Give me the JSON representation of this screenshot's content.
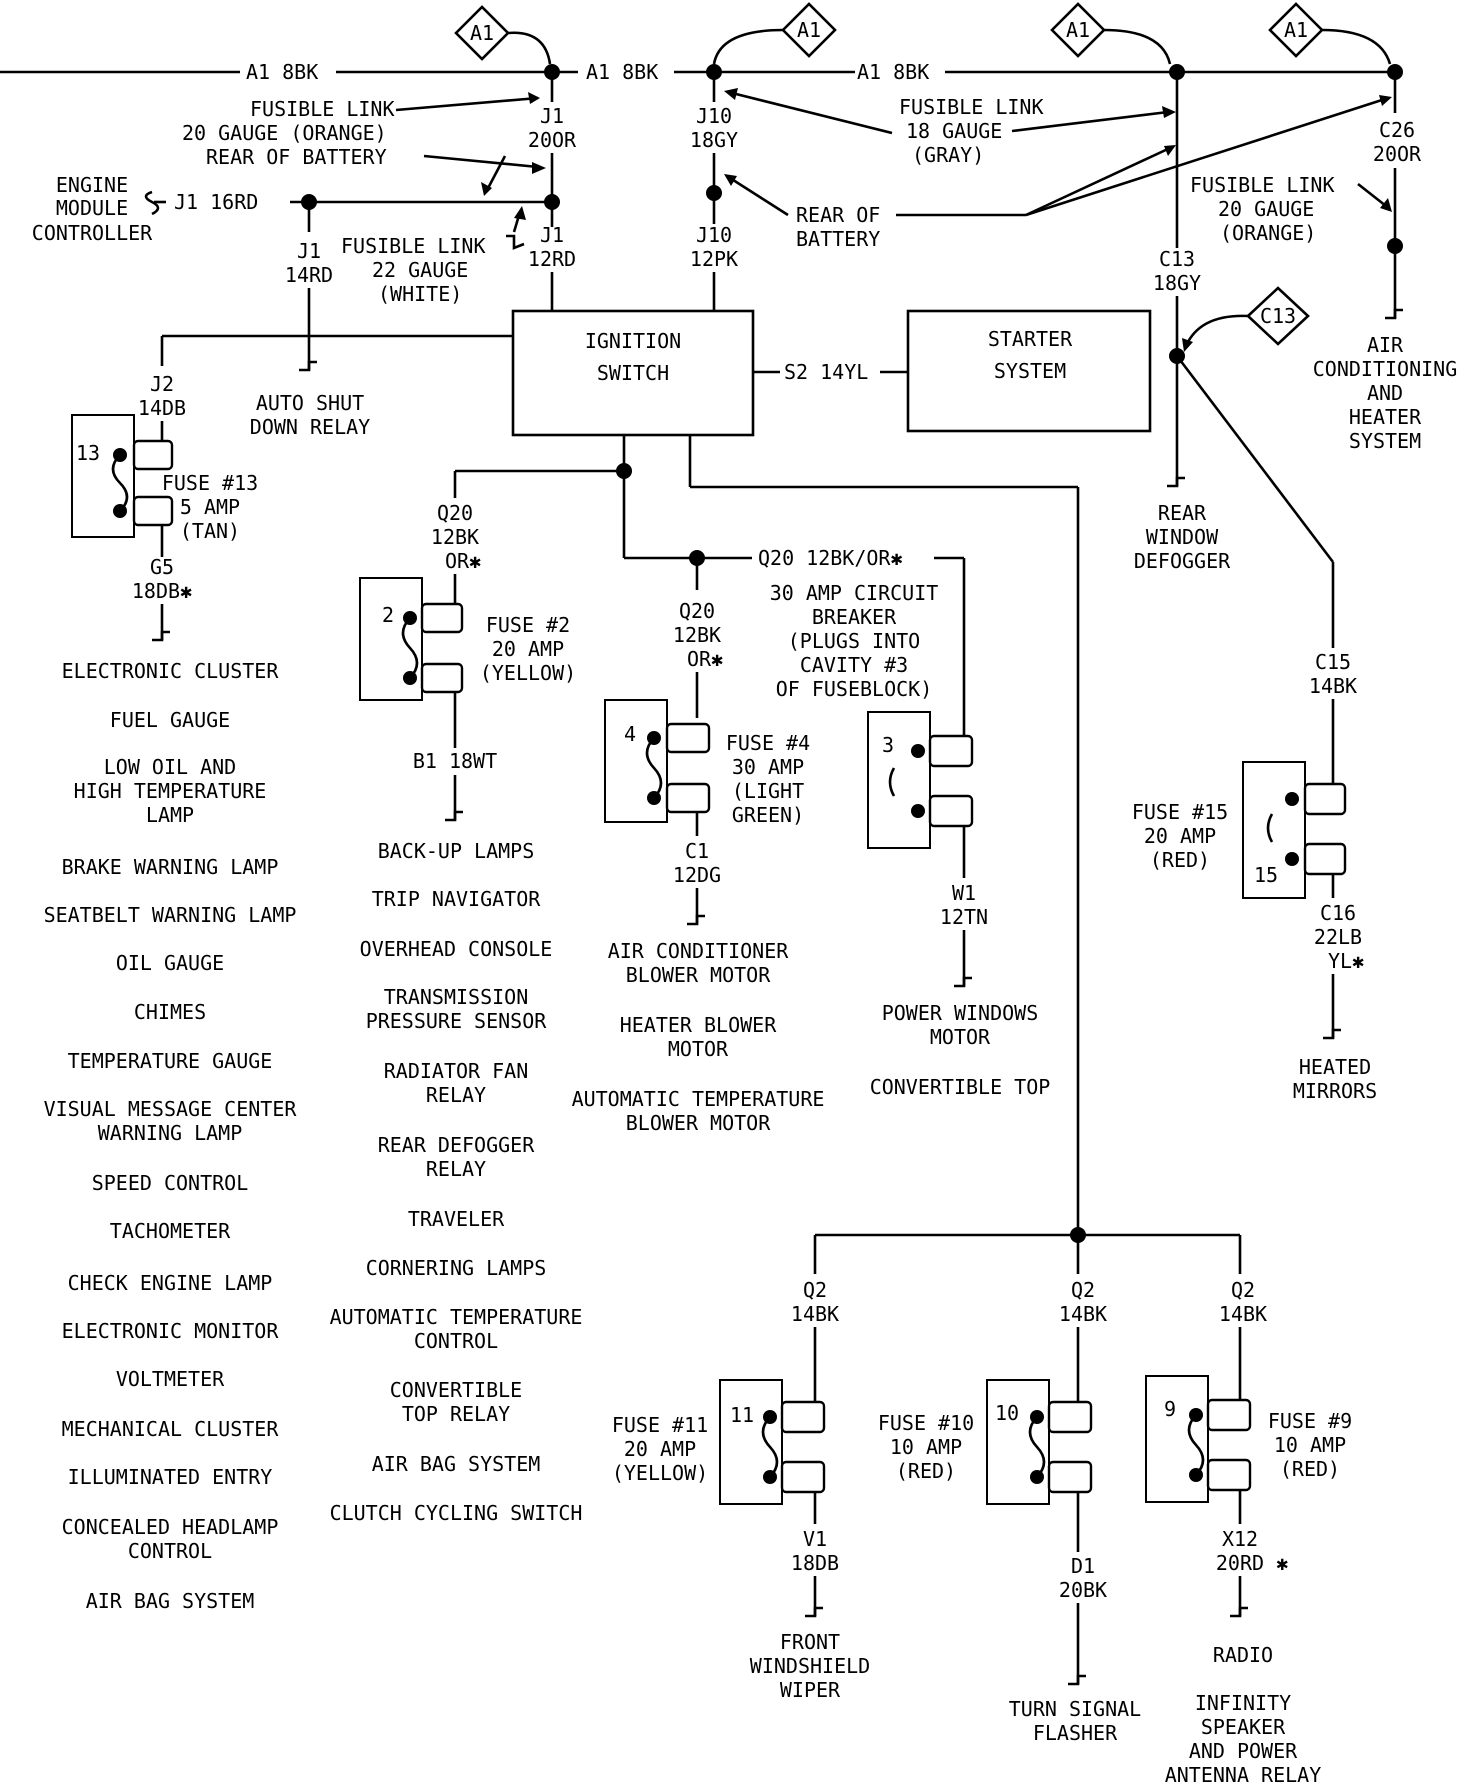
{
  "splices": {
    "a1": "A1",
    "c13": "C13"
  },
  "wires": {
    "a1_8bk": "A1 8BK",
    "j1": "J1",
    "j1_20or": "20OR",
    "j1_12rd": "12RD",
    "j1_16rd": "J1 16RD",
    "j1_14rd": "14RD",
    "j10": "J10",
    "j10_18gy": "18GY",
    "j10_12pk": "12PK",
    "c26": "C26",
    "c26_20or": "20OR",
    "c13": "C13",
    "c13_18gy": "18GY",
    "j2": "J2",
    "j2_14db": "14DB",
    "g5": "G5",
    "g5_18db": "18DB✱",
    "q20": "Q20",
    "q20_12bk": "12BK",
    "q20_or": "OR✱",
    "q20_long": "Q20 12BK/OR✱",
    "b1": "B1 18WT",
    "c1": "C1",
    "c1_12dg": "12DG",
    "w1": "W1",
    "w1_12tn": "12TN",
    "s2": "S2 14YL",
    "c15": "C15",
    "c15_14bk": "14BK",
    "c16": "C16",
    "c16_22lb": "22LB",
    "c16_yl": "YL✱",
    "q2": "Q2",
    "q2_14bk": "14BK",
    "v1": "V1",
    "v1_18db": "18DB",
    "d1": "D1",
    "d1_20bk": "20BK",
    "x12": "X12",
    "x12_20rd": "20RD ✱"
  },
  "labels": {
    "fl_orange": [
      "FUSIBLE LINK",
      "20 GAUGE (ORANGE)",
      "REAR OF BATTERY"
    ],
    "ecm": [
      "ENGINE",
      "MODULE",
      "CONTROLLER"
    ],
    "fl_white": [
      "FUSIBLE LINK",
      "22 GAUGE",
      "(WHITE)"
    ],
    "fl_gray": [
      "FUSIBLE LINK",
      "18 GAUGE",
      "(GRAY)"
    ],
    "rear_batt": [
      "REAR OF",
      "BATTERY"
    ],
    "fl_orange2": [
      "FUSIBLE LINK",
      "20 GAUGE",
      "(ORANGE)"
    ],
    "ignition": [
      "IGNITION",
      "SWITCH"
    ],
    "starter": [
      "STARTER",
      "SYSTEM"
    ],
    "asd": [
      "AUTO SHUT",
      "DOWN RELAY"
    ],
    "ac_heater": [
      "AIR",
      "CONDITIONING",
      "AND",
      "HEATER",
      "SYSTEM"
    ],
    "rear_defog": [
      "REAR",
      "WINDOW",
      "DEFOGGER"
    ],
    "breaker": [
      "30 AMP CIRCUIT",
      "BREAKER",
      "(PLUGS INTO",
      "CAVITY #3",
      "OF FUSEBLOCK)"
    ],
    "heated_mirrors": [
      "HEATED",
      "MIRRORS"
    ],
    "front_wiper": [
      "FRONT",
      "WINDSHIELD",
      "WIPER"
    ],
    "turn_flasher": [
      "TURN SIGNAL",
      "FLASHER"
    ],
    "radio": "RADIO",
    "infinity": [
      "INFINITY",
      "SPEAKER",
      "AND POWER",
      "ANTENNA RELAY"
    ]
  },
  "fuses": {
    "f13": {
      "num": "13",
      "label": [
        "FUSE #13",
        "5 AMP",
        "(TAN)"
      ]
    },
    "f2": {
      "num": "2",
      "label": [
        "FUSE #2",
        "20 AMP",
        "(YELLOW)"
      ]
    },
    "f4": {
      "num": "4",
      "label": [
        "FUSE #4",
        "30 AMP",
        "(LIGHT",
        "GREEN)"
      ]
    },
    "f3": {
      "num": "3"
    },
    "f15": {
      "num": "15",
      "label": [
        "FUSE #15",
        "20 AMP",
        "(RED)"
      ]
    },
    "f11": {
      "num": "11",
      "label": [
        "FUSE #11",
        "20 AMP",
        "(YELLOW)"
      ]
    },
    "f10": {
      "num": "10",
      "label": [
        "FUSE #10",
        "10 AMP",
        "(RED)"
      ]
    },
    "f9": {
      "num": "9",
      "label": [
        "FUSE #9",
        "10 AMP",
        "(RED)"
      ]
    }
  },
  "fuse13_loads": [
    "ELECTRONIC CLUSTER",
    "FUEL GAUGE",
    "LOW OIL AND",
    "HIGH TEMPERATURE",
    "LAMP",
    "BRAKE WARNING LAMP",
    "SEATBELT WARNING LAMP",
    "OIL GAUGE",
    "CHIMES",
    "TEMPERATURE GAUGE",
    "VISUAL MESSAGE CENTER",
    "WARNING LAMP",
    "SPEED CONTROL",
    "TACHOMETER",
    "CHECK ENGINE LAMP",
    "ELECTRONIC MONITOR",
    "VOLTMETER",
    "MECHANICAL CLUSTER",
    "ILLUMINATED ENTRY",
    "CONCEALED HEADLAMP",
    "CONTROL",
    "AIR BAG SYSTEM"
  ],
  "fuse2_loads": [
    "BACK-UP LAMPS",
    "TRIP NAVIGATOR",
    "OVERHEAD CONSOLE",
    "TRANSMISSION",
    "PRESSURE SENSOR",
    "RADIATOR FAN",
    "RELAY",
    "REAR DEFOGGER",
    "RELAY",
    "TRAVELER",
    "CORNERING LAMPS",
    "AUTOMATIC TEMPERATURE",
    "CONTROL",
    "CONVERTIBLE",
    "TOP RELAY",
    "AIR BAG SYSTEM",
    "CLUTCH CYCLING SWITCH"
  ],
  "fuse4_loads": [
    "AIR CONDITIONER",
    "BLOWER MOTOR",
    "HEATER BLOWER",
    "MOTOR",
    "AUTOMATIC TEMPERATURE",
    "BLOWER MOTOR"
  ],
  "breaker_loads": [
    "POWER WINDOWS",
    "MOTOR",
    "CONVERTIBLE TOP"
  ]
}
